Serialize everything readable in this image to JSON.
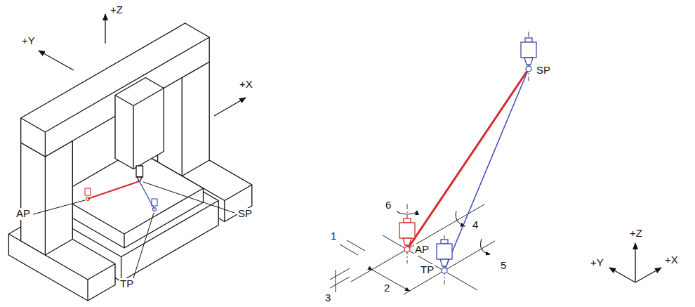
{
  "diagram": {
    "labels": [
      "+Z",
      "+Y",
      "+X",
      "AP",
      "SP",
      "TP",
      "SP",
      "6",
      "1",
      "4",
      "AP",
      "2",
      "TP",
      "5",
      "3",
      "+Z",
      "+Y",
      "+X"
    ]
  }
}
